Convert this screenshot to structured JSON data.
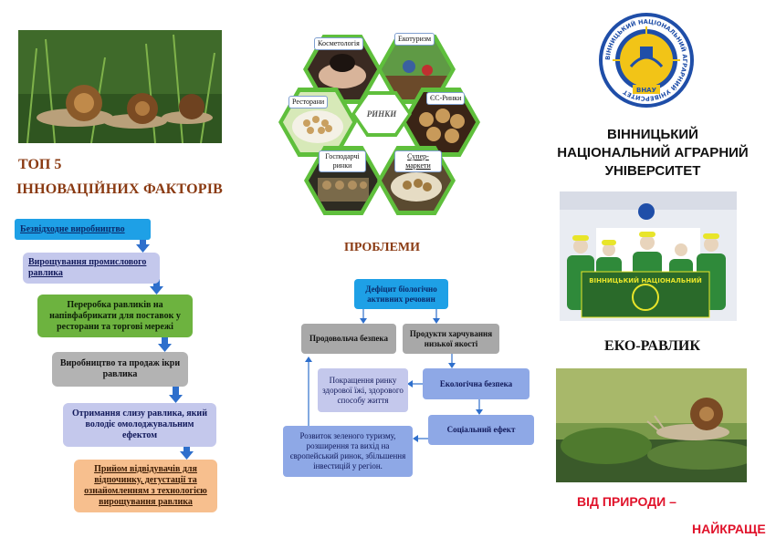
{
  "left": {
    "heading_top": "ТОП 5",
    "heading_factors": "ІННОВАЦІЙНИХ ФАКТОРІВ",
    "steps": [
      "Безвідходне виробництво",
      "Вирощування промислового равлика",
      "Переробка равликів на напівфабрикати для поставок у ресторани та торгові мережі",
      "Виробництво та продаж ікри равлика",
      "Отримання слизу равлика, який володіє омолоджувальним ефектом",
      "Прийом відвідувачів для відпочинку, дегустації та ознайомленням з технологією вирощування равлика"
    ]
  },
  "markets": {
    "center_label": "РИНКИ",
    "items": [
      "Косметологія",
      "Екотуризм",
      "Ресторани",
      "ЄС-Ринки",
      "Господарчі ринки",
      "Супер-маркети"
    ]
  },
  "problems": {
    "title": "ПРОБЛЕМИ",
    "deficit": "Дефіцит біологічно активних речовин",
    "food_security": "Продовольча безпека",
    "low_quality": "Продукти харчування низької якості",
    "ecological": "Екологічна безпека",
    "market_improve": "Покращення ринку здорової їжі, здорового способу життя",
    "social": "Соціальний ефект",
    "green_tourism": "Розвиток зеленого туризму, розширення та вихід на європейський ринок, збільшення інвестицій у регіон."
  },
  "right": {
    "university_lines": [
      "ВІННИЦЬКИЙ",
      "НАЦІОНАЛЬНИЙ АГРАРНИЙ",
      "УНІВЕРСИТЕТ"
    ],
    "logo_text": "ВІННИЦЬКИЙ НАЦІОНАЛЬНИЙ АГРАРНИЙ УНІВЕРСИТЕТ",
    "logo_abbr": "ВНАУ",
    "banner_text": "ВІННИЦЬКИЙ НАЦІОНАЛЬНИЙ",
    "brand": "ЕКО-РАВЛИК",
    "slogan_1": "ВІД ПРИРОДИ –",
    "slogan_2": "НАЙКРАЩЕ"
  },
  "colors": {
    "heading": "#8a3a12",
    "slogan": "#e0122a",
    "hex_border": "#5fbf3c",
    "step_blue": "#1ea0e6"
  }
}
